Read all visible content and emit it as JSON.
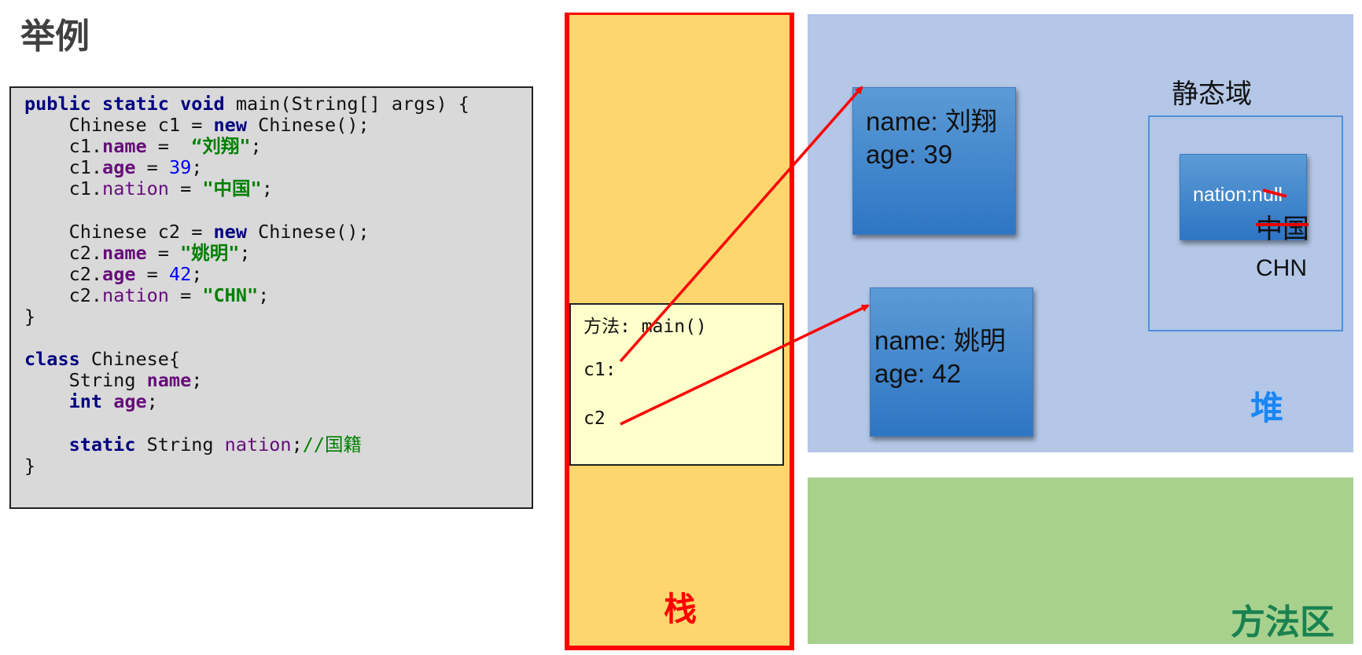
{
  "title": "举例",
  "code": {
    "main_kw_public": "public",
    "main_kw_static": "static",
    "main_kw_void": "void",
    "main_sig": " main(String[] args) {",
    "line_c1_decl_a": "    Chinese c1 = ",
    "kw_new": "new",
    "line_c1_decl_b": " Chinese();",
    "c1": "    c1.",
    "c2": "    c2.",
    "f_name": "name",
    "f_age": "age",
    "f_nation": "nation",
    "eq": " = ",
    "eq_wide": " =  ",
    "semi": ";",
    "str_liuxiang": "“刘翔\"",
    "num_39": "39",
    "str_zhongguo": "\"中国\"",
    "line_c2_decl_a": "    Chinese c2 = ",
    "str_yaoming": "\"姚明\"",
    "num_42": "42",
    "str_chn": "\"CHN\"",
    "close_brace": "}",
    "kw_class": "class",
    "class_decl": " Chinese{",
    "string_type": "    String ",
    "kw_int": "int",
    "kw_static": "static",
    "static_type": " String ",
    "comment": "//国籍"
  },
  "stack": {
    "label": "栈",
    "frame_title": "方法: main()",
    "var_c1": "c1:",
    "var_c2": "c2"
  },
  "heap": {
    "label": "堆",
    "static_title": "静态域",
    "obj1": {
      "name_line": "name: 刘翔",
      "age_line": "age: 39"
    },
    "obj2": {
      "name_line": "name: 姚明",
      "age_line": "age: 42"
    },
    "static_obj": {
      "text": "nation:null",
      "old_value": "中国",
      "new_value": "CHN"
    }
  },
  "method_area": {
    "label": "方法区"
  },
  "colors": {
    "stack_bg": "#fdd76d",
    "stack_border": "#ff0000",
    "heap_bg": "#b4c7e7",
    "method_area_bg": "#a9d18e",
    "object_blue": "#5b9bd5",
    "arrow_red": "#ff0000"
  }
}
